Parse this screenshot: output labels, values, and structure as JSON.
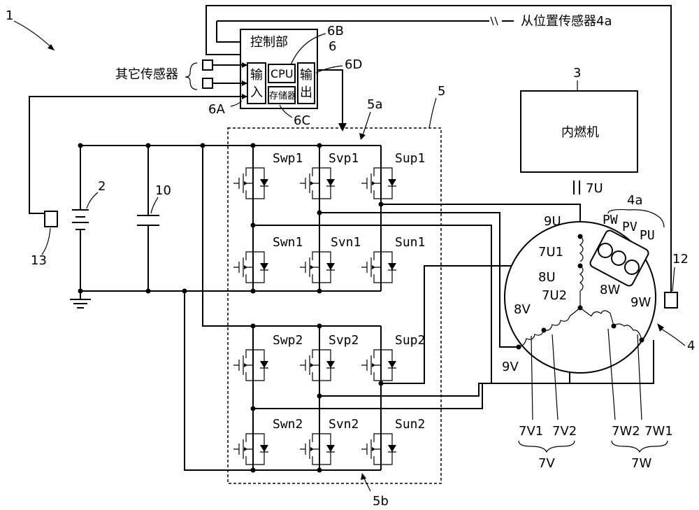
{
  "figure_ref": "1",
  "controller": {
    "title": "控制部",
    "ref": "6",
    "input_label_1": "输",
    "input_label_2": "入",
    "cpu_label": "CPU",
    "output_label_1": "输",
    "output_label_2": "出",
    "memory_label": "存储器",
    "ref_input": "6A",
    "ref_cpu": "6B",
    "ref_memory": "6C",
    "ref_output": "6D"
  },
  "other_sensors": "其它传感器",
  "position_sensor_source": "从位置传感器4a",
  "engine": {
    "label": "内燃机",
    "ref": "3"
  },
  "inverter": {
    "ref": "5",
    "upper_ref": "5a",
    "lower_ref": "5b"
  },
  "switches": {
    "upper1": [
      "Swp1",
      "Svp1",
      "Sup1"
    ],
    "lower1": [
      "Swn1",
      "Svn1",
      "Sun1"
    ],
    "upper2": [
      "Swp2",
      "Svp2",
      "Sup2"
    ],
    "lower2": [
      "Swn2",
      "Svn2",
      "Sun2"
    ]
  },
  "battery_ref": "2",
  "capacitor_ref": "10",
  "sensor13_ref": "13",
  "sensor12_ref": "12",
  "motor": {
    "ref": "4",
    "sensor_ref": "4a",
    "sensors": [
      "PW",
      "PV",
      "PU"
    ],
    "labels": {
      "u": "7U",
      "u1": "7U1",
      "u2": "7U2",
      "u8": "8U",
      "u9": "9U",
      "v8": "8V",
      "v9": "9V",
      "v1": "7V1",
      "v2": "7V2",
      "v": "7V",
      "w8": "8W",
      "w9": "9W",
      "w1": "7W1",
      "w2": "7W2",
      "w": "7W"
    }
  }
}
